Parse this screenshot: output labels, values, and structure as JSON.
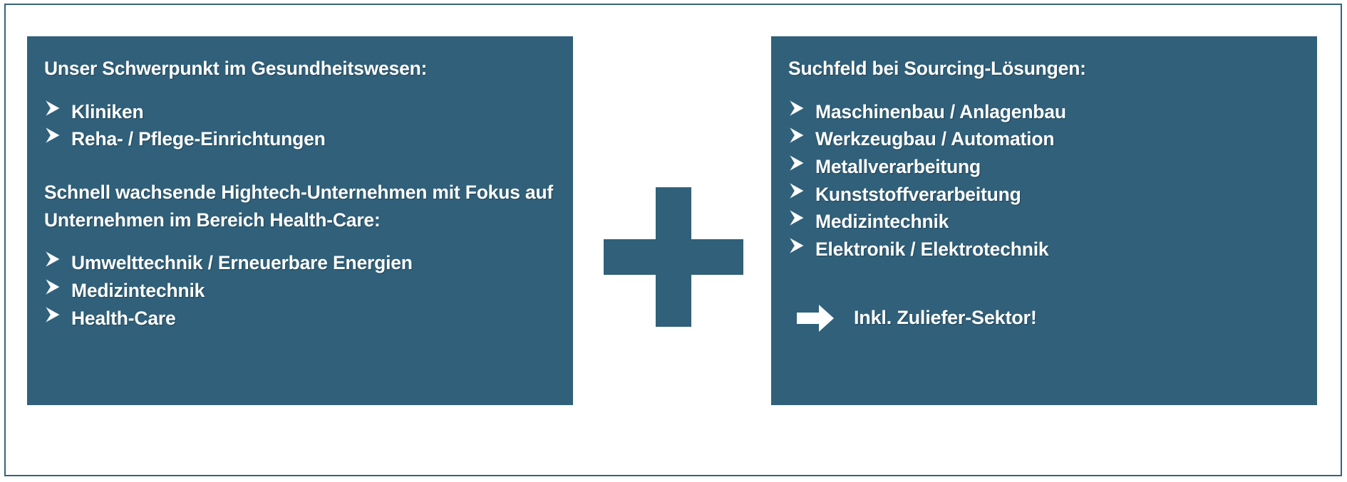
{
  "slide": {
    "background_color": "#ffffff",
    "frame_border_color": "#336478",
    "panel_color": "#30607a",
    "text_color": "#ffffff"
  },
  "left_panel": {
    "heading_1": "Unser Schwerpunkt im Gesundheitswesen:",
    "bullets_1": [
      "Kliniken",
      "Reha- / Pflege-Einrichtungen"
    ],
    "heading_2": "Schnell wachsende Hightech-Unternehmen mit Fokus auf Unternehmen im Bereich Health-Care:",
    "bullets_2": [
      "Umwelttechnik / Erneuerbare Energien",
      "Medizintechnik",
      "Health-Care"
    ]
  },
  "connector": {
    "symbol_name": "plus-sign",
    "symbol": "+"
  },
  "right_panel": {
    "heading": "Suchfeld bei Sourcing-Lösungen:",
    "bullets": [
      "Maschinenbau / Anlagenbau",
      "Werkzeugbau / Automation",
      "Metallverarbeitung",
      "Kunststoffverarbeitung",
      "Medizintechnik",
      "Elektronik / Elektrotechnik"
    ],
    "callout": {
      "icon_name": "right-arrow-icon",
      "text": "Inkl. Zuliefer-Sektor!"
    }
  }
}
